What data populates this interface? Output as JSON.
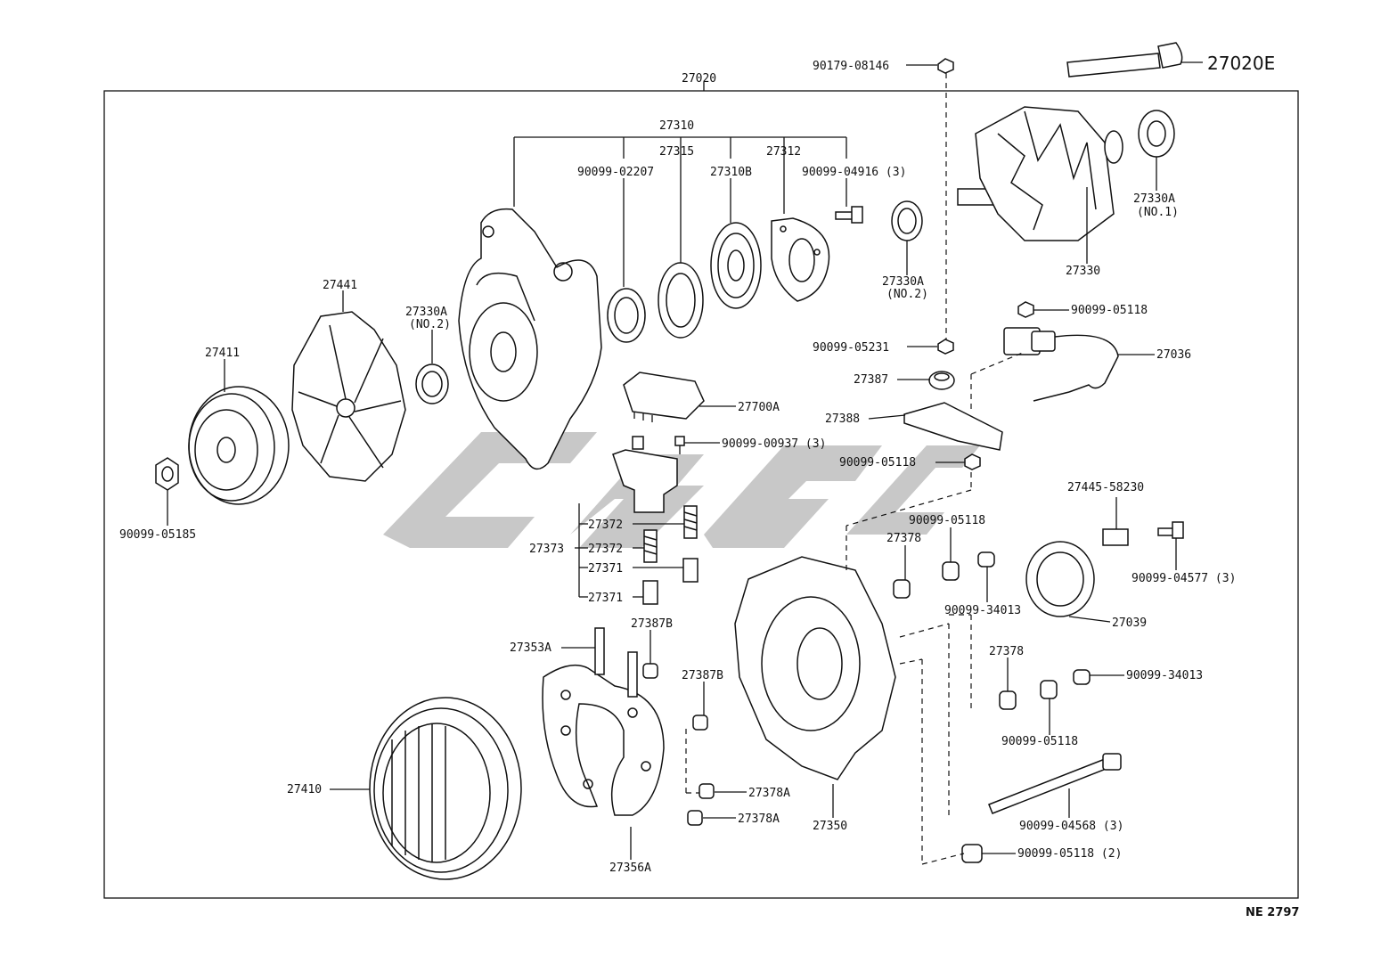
{
  "figure_code": "NE 2797",
  "assembly_label": "27020",
  "kit_label": "27020E",
  "labels": {
    "l27310": "27310",
    "l27315": "27315",
    "l27312": "27312",
    "l90099_02207": "90099-02207",
    "l27310B": "27310B",
    "l90099_04916": "90099-04916 (3)",
    "l90179_08146": "90179-08146",
    "l27330A_no1": "27330A",
    "l27330A_no1_sub": "(NO.1)",
    "l27330": "27330",
    "l27330A_no2_right": "27330A",
    "l27330A_no2_right_sub": "(NO.2)",
    "l27330A_no2_left": "27330A",
    "l27330A_no2_left_sub": "(NO.2)",
    "l27441": "27441",
    "l27411": "27411",
    "l90099_05185": "90099-05185",
    "l90099_05118_a": "90099-05118",
    "l90099_05231": "90099-05231",
    "l27036": "27036",
    "l27387": "27387",
    "l27388": "27388",
    "l27700A": "27700A",
    "l90099_00937": "90099-00937 (3)",
    "l90099_05118_b": "90099-05118",
    "l27445_58230": "27445-58230",
    "l90099_05118_c": "90099-05118",
    "l27378_a": "27378",
    "l90099_04577": "90099-04577 (3)",
    "l27372_a": "27372",
    "l27373": "27373",
    "l27372_b": "27372",
    "l27371_a": "27371",
    "l27371_b": "27371",
    "l90099_34013_a": "90099-34013",
    "l27039": "27039",
    "l27387B_a": "27387B",
    "l27353A": "27353A",
    "l27387B_b": "27387B",
    "l27378_b": "27378",
    "l90099_34013_b": "90099-34013",
    "l27410": "27410",
    "l90099_05118_d": "90099-05118",
    "l27378A_a": "27378A",
    "l27378A_b": "27378A",
    "l27350": "27350",
    "l90099_04568": "90099-04568 (3)",
    "l27356A": "27356A",
    "l90099_05118_e": "90099-05118 (2)"
  }
}
